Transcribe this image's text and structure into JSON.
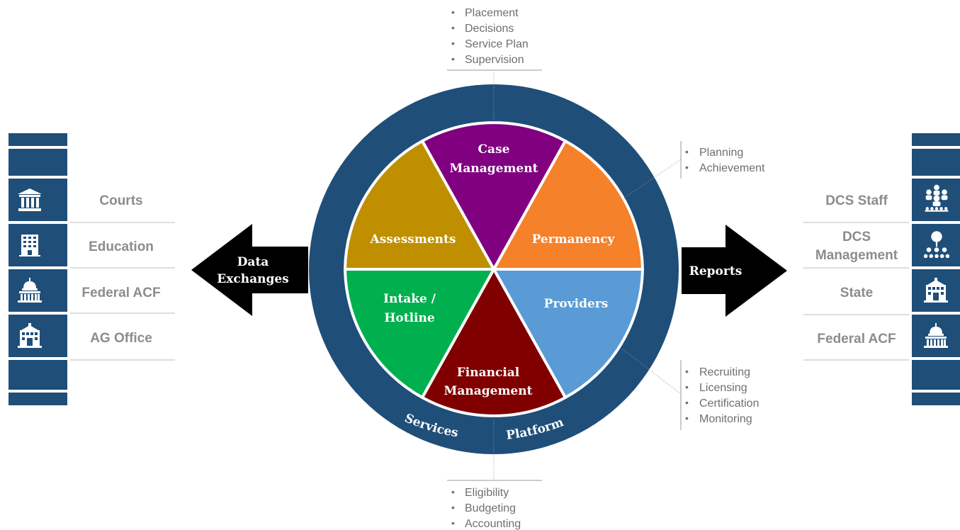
{
  "colors": {
    "ring": "#1f4e79",
    "case_management": "#800080",
    "permanency": "#f5812a",
    "providers": "#5b9bd5",
    "financial_management": "#800000",
    "intake_hotline": "#00b04f",
    "assessments": "#bf8f00",
    "panel": "#1f4e79",
    "text_gray": "#8c8c8c"
  },
  "wheel": {
    "segments": {
      "case_management": [
        "Case",
        "Management"
      ],
      "permanency": "Permanency",
      "providers": "Providers",
      "financial_management": [
        "Financial",
        "Management"
      ],
      "intake_hotline": [
        "Intake /",
        "Hotline"
      ],
      "assessments": "Assessments"
    },
    "ring_left_label": "Services",
    "ring_right_label": "Platform"
  },
  "callouts": {
    "top": [
      "Placement",
      "Decisions",
      "Service Plan",
      "Supervision"
    ],
    "right_upper": [
      "Planning",
      "Achievement"
    ],
    "right_lower": [
      "Recruiting",
      "Licensing",
      "Certification",
      "Monitoring"
    ],
    "bottom": [
      "Eligibility",
      "Budgeting",
      "Accounting"
    ]
  },
  "left_arrow": [
    "Data",
    "Exchanges"
  ],
  "right_arrow": "Reports",
  "left_panel": {
    "items": [
      {
        "label": "Courts",
        "icon": "courthouse-icon"
      },
      {
        "label": "Education",
        "icon": "school-building-icon"
      },
      {
        "label": "Federal ACF",
        "icon": "capitol-icon"
      },
      {
        "label": "AG Office",
        "icon": "office-building-icon"
      }
    ]
  },
  "right_panel": {
    "items": [
      {
        "label": "DCS Staff",
        "icon": "staff-group-icon"
      },
      {
        "label": [
          "DCS",
          "Management"
        ],
        "icon": "org-chart-icon"
      },
      {
        "label": "State",
        "icon": "state-building-icon"
      },
      {
        "label": "Federal ACF",
        "icon": "capitol-icon"
      }
    ]
  }
}
